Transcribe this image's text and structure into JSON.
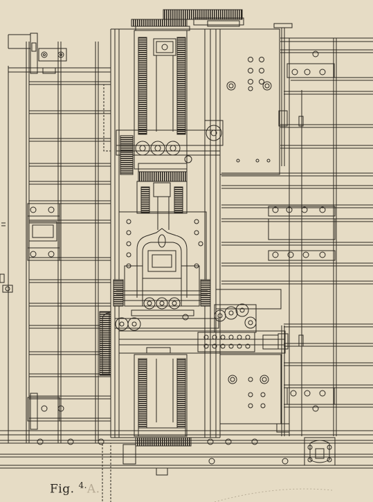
{
  "figure": {
    "caption_prefix": "Fig.",
    "caption_number": "4.",
    "caption_letter": "A."
  },
  "colors": {
    "paper": "#e6dcc5",
    "ink": "#2a2620",
    "faint_ink": "#b7ab95"
  }
}
